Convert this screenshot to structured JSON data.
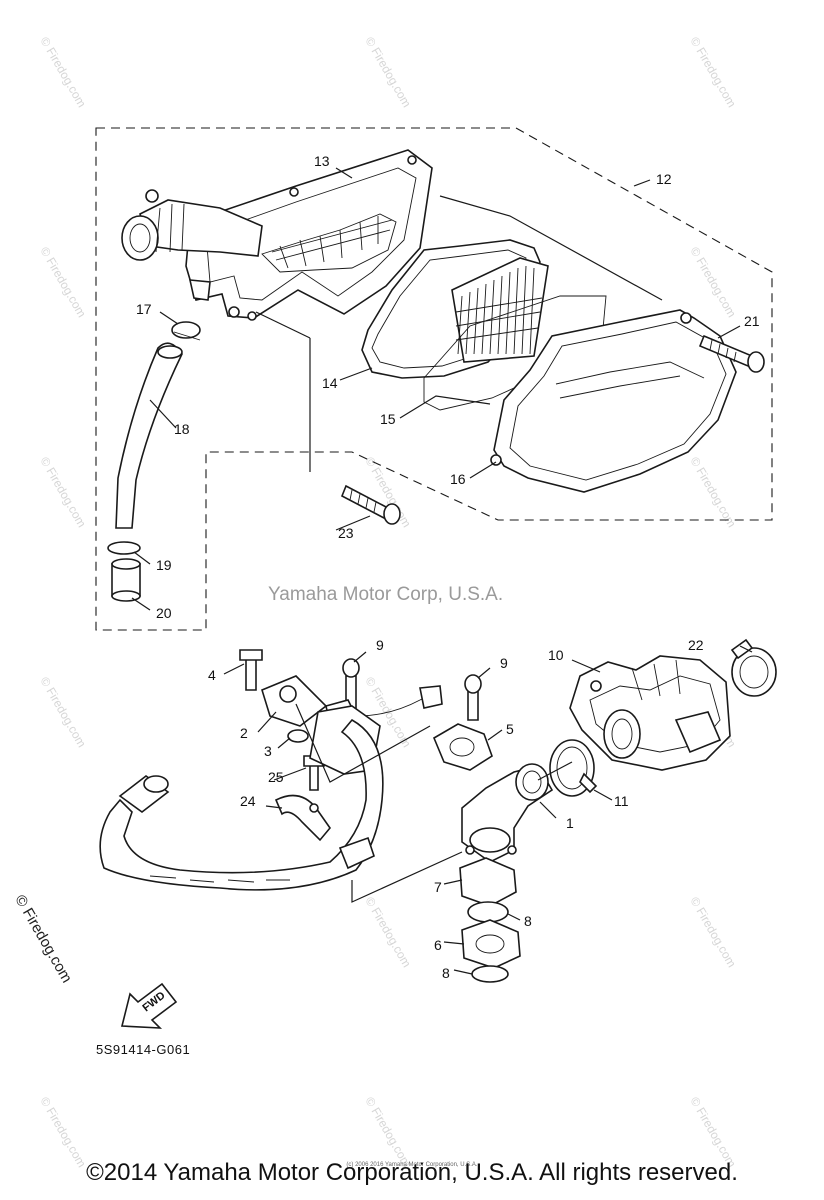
{
  "callouts": {
    "c1": "1",
    "c2": "2",
    "c3": "3",
    "c4": "4",
    "c5": "5",
    "c6": "6",
    "c7": "7",
    "c8a": "8",
    "c8b": "8",
    "c9a": "9",
    "c9b": "9",
    "c10": "10",
    "c11": "11",
    "c12": "12",
    "c13": "13",
    "c14": "14",
    "c15": "15",
    "c16": "16",
    "c17": "17",
    "c18": "18",
    "c19": "19",
    "c20": "20",
    "c21": "21",
    "c22": "22",
    "c23": "23",
    "c24": "24",
    "c25": "25"
  },
  "watermark_center": "Yamaha Motor Corp, U.S.A.",
  "watermark_side": "© Firedog.com",
  "watermark_tile": "© Firedog.com",
  "fwd_label": "FWD",
  "diagram_code": "5S91414-G061",
  "copyright": "©2014 Yamaha Motor Corporation, U.S.A. All rights reserved.",
  "tiny_notice": "(c) 2006 2016 Yamaha Motor Corporation, U.S.A."
}
